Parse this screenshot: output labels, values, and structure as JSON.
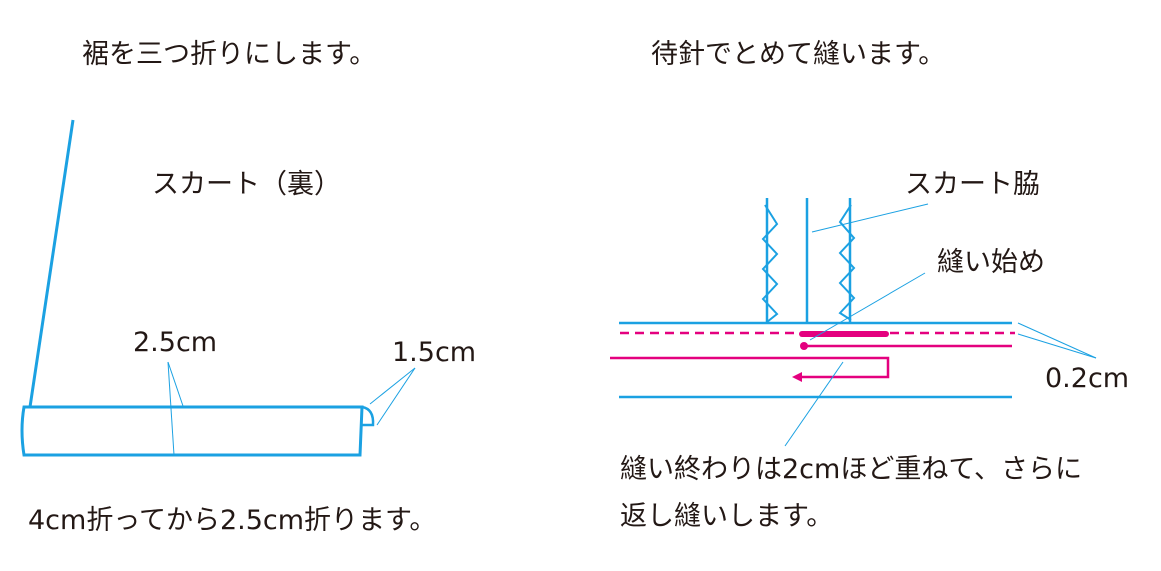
{
  "left": {
    "title": "裾を三つ折りにします。",
    "skirt_label": "スカート（裏）",
    "fold_width_label": "2.5cm",
    "curl_label": "1.5cm",
    "caption": "4cm折ってから2.5cm折ります。"
  },
  "right": {
    "title": "待針でとめて縫います。",
    "side_seam_label": "スカート脇",
    "start_label": "縫い始め",
    "margin_label": "0.2cm",
    "caption_line1": "縫い終わりは2cmほど重ねて、さらに",
    "caption_line2": "返し縫いします。"
  },
  "colors": {
    "blue": "#1ba1e2",
    "pink": "#e4007f",
    "text": "#231815"
  }
}
